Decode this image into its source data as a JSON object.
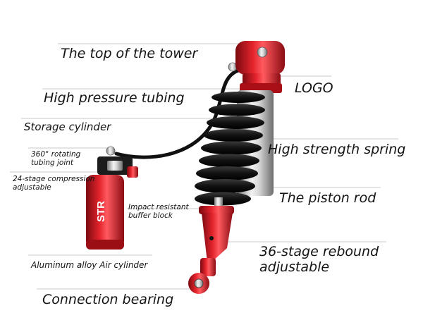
{
  "labels": {
    "top_tower": "The top of the tower",
    "high_pressure_tubing": "High pressure tubing",
    "logo": "LOGO",
    "storage_cylinder": "Storage cylinder",
    "high_strength_spring": "High strength spring",
    "rotating_joint_line1": "360° rotating",
    "rotating_joint_line2": "tubing joint",
    "compression_line1": "24-stage compression",
    "compression_line2": "adjustable",
    "piston_rod": "The piston rod",
    "buffer_line1": "Impact resistant",
    "buffer_line2": "buffer block",
    "rebound_line1": "36-stage rebound",
    "rebound_line2": "adjustable",
    "air_cylinder": "Aluminum alloy Air cylinder",
    "connection_bearing": "Connection bearing"
  },
  "brand_text": "STR",
  "colors": {
    "leader_line": "#c9c9c9",
    "body_red": "#d0141e",
    "spring_black": "#1a1a1a",
    "chrome": "#c8c8c8"
  }
}
